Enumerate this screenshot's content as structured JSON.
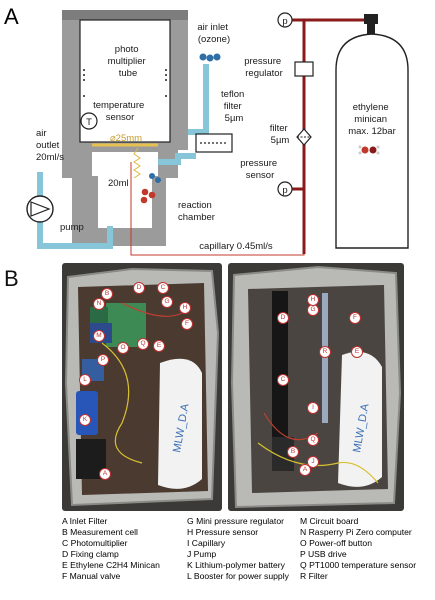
{
  "panel_a": {
    "letter": "A",
    "pmt_label": [
      "photo",
      "multiplier",
      "tube"
    ],
    "temperature_label": [
      "temperature",
      "sensor"
    ],
    "temperature_symbol": "T",
    "diameter_label": "⌀25mm",
    "volume_label": "20ml",
    "air_inlet_label": [
      "air inlet",
      "(ozone)"
    ],
    "teflon_filter_label": [
      "teflon",
      "filter",
      "5µm"
    ],
    "air_outlet_label": [
      "air",
      "outlet",
      "20ml/s"
    ],
    "pump_label": "pump",
    "reaction_chamber_label": [
      "reaction",
      "chamber"
    ],
    "pressure_regulator_label": [
      "pressure",
      "regulator"
    ],
    "filter_label": [
      "filter",
      "5µm"
    ],
    "pressure_sensor_label": [
      "pressure",
      "sensor"
    ],
    "gauge_symbol": "p",
    "minican_label": [
      "ethylene",
      "minican",
      "max. 12bar"
    ],
    "capillary_label": "capillary 0.45ml/s"
  },
  "panel_b": {
    "letter": "B",
    "photo_letters_left": [
      "A",
      "B",
      "C",
      "D",
      "E",
      "F",
      "G",
      "H",
      "K",
      "L",
      "M",
      "N",
      "O",
      "P",
      "Q"
    ],
    "photo_letters_right": [
      "A",
      "B",
      "C",
      "D",
      "E",
      "F",
      "G",
      "H",
      "I",
      "J",
      "Q",
      "R"
    ],
    "can_text_left": "MLW_D.A",
    "can_text_right": "MLW_D.A",
    "legend": [
      [
        "A Inlet Filter",
        "B Measurement cell",
        "C Photomultiplier",
        "D Fixing clamp",
        "E Ethylene C2H4 Minican",
        "F Manual valve"
      ],
      [
        "G Mini pressure regulator",
        "H Pressure sensor",
        "I Capillary",
        "J Pump",
        "K Lithium-polymer battery",
        "L Booster for power supply"
      ],
      [
        "M Circuit board",
        "N Rasperry Pi Zero computer",
        "O Power-off button",
        "P USB drive",
        "Q PT1000 temperature sensor",
        "R Filter"
      ]
    ]
  },
  "colors": {
    "pipe": "#86c6d8",
    "gas_line": "#8b1a1a",
    "housing": "#9b9b9b",
    "ozone": "#2f6ea6",
    "ethylene_red": "#c0392b",
    "diameter_text": "#c79b2c"
  }
}
